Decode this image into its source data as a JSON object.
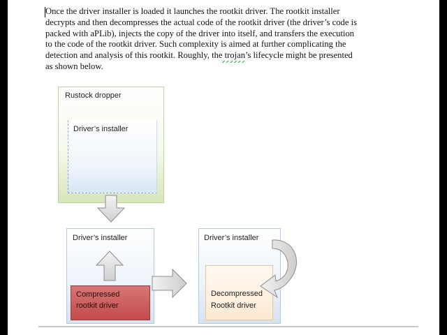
{
  "document": {
    "paragraph": "Once the driver installer is loaded it launches the rootkit driver. The rootkit installer\ndecrypts and then decompresses the actual code of the rootkit driver (the driver’s code is\npacked with aPLib), injects the copy of the driver into itself, and transfers the execution\nto the code of the rootkit driver. Such complexity is aimed at further complicating the\ndetection and analysis of this rootkit. Roughly, the trojan’s lifecycle might be presented\nas shown below."
  },
  "diagram": {
    "dropper_label": "Rustock dropper",
    "dropper_inner_label": "Driver’s installer",
    "installer_left_label": "Driver’s installer",
    "compressed_line1": "Compressed",
    "compressed_line2": "rootkit driver",
    "installer_right_label": "Driver’s installer",
    "decompressed_line1": "Decompressed",
    "decompressed_line2": "Rootkit driver",
    "colors": {
      "dropper_fill": "#d6e6b9",
      "installer_fill": "#d6e3f2",
      "compressed_fill": "#c24b4b",
      "decompressed_fill": "#fde9d2",
      "arrow_fill": "#e6e6e6",
      "arrow_stroke": "#8c8c8c"
    }
  }
}
